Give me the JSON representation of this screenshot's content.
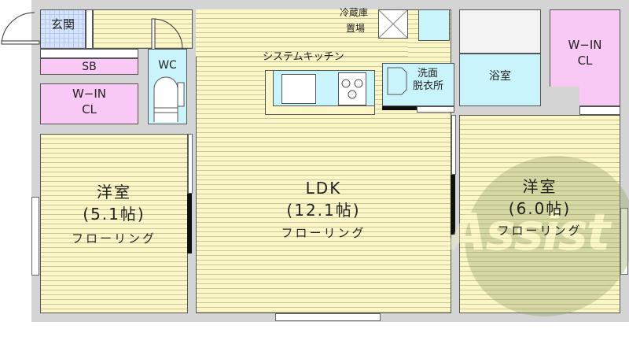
{
  "floorplan": {
    "rooms": {
      "genkan": {
        "label": "玄関"
      },
      "sb": {
        "label": "SB"
      },
      "win_cl_left": {
        "line1": "W−IN",
        "line2": "CL"
      },
      "wc": {
        "label": "WC"
      },
      "fridge": {
        "line1": "冷蔵庫",
        "line2": "置場"
      },
      "kitchen": {
        "label": "システムキッチン"
      },
      "washroom": {
        "line1": "洗面",
        "line2": "脱衣所"
      },
      "bath": {
        "label": "浴室"
      },
      "win_cl_right": {
        "line1": "W−IN",
        "line2": "CL"
      },
      "western_left": {
        "name": "洋室",
        "size": "(5.1帖)",
        "floor": "フローリング"
      },
      "ldk": {
        "name": "LDK",
        "size": "(12.1帖)",
        "floor": "フローリング"
      },
      "western_right": {
        "name": "洋室",
        "size": "(6.0帖)",
        "floor": "フローリング"
      }
    },
    "watermark": {
      "text": "Assist"
    },
    "colors": {
      "wall": "#d4d4d4",
      "flooring": "#fbf7c6",
      "closet": "#f9c9f5",
      "wet_area": "#c9f4fb",
      "entrance_tile": "#d6e4fb",
      "watermark": "#8fa060"
    }
  }
}
